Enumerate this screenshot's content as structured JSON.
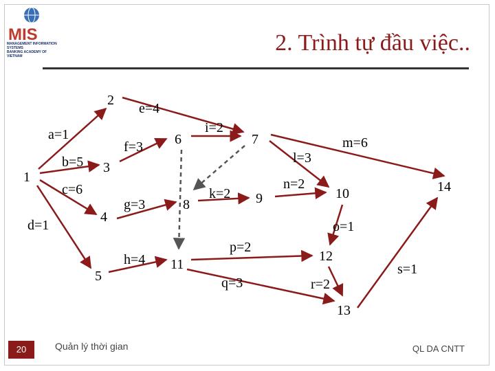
{
  "logo": {
    "mark": "MIS",
    "subtitle_line1": "MANAGEMENT INFORMATION SYSTEMS",
    "subtitle_line2": "BANKING ACADEMY OF VIETNAM"
  },
  "slide": {
    "title": "2. Trình tự đầu việc..",
    "page_number": "20",
    "footer_left": "Quản lý thời gian",
    "footer_right": "QL DA CNTT"
  },
  "colors": {
    "arrow": "#8b1a1a",
    "dummy_arrow": "#555555",
    "title": "#8b1a1a"
  },
  "network": {
    "nodes": [
      "1",
      "2",
      "3",
      "4",
      "5",
      "6",
      "7",
      "8",
      "9",
      "10",
      "11",
      "12",
      "13",
      "14"
    ],
    "activities": [
      {
        "label": "a=1",
        "from": "1",
        "to": "2"
      },
      {
        "label": "b=5",
        "from": "1",
        "to": "3"
      },
      {
        "label": "c=6",
        "from": "1",
        "to": "4"
      },
      {
        "label": "d=1",
        "from": "1",
        "to": "5"
      },
      {
        "label": "e=4",
        "from": "2",
        "to": "7"
      },
      {
        "label": "f=3",
        "from": "3",
        "to": "6"
      },
      {
        "label": "g=3",
        "from": "4",
        "to": "8"
      },
      {
        "label": "h=4",
        "from": "5",
        "to": "11"
      },
      {
        "label": "i=2",
        "from": "6",
        "to": "7"
      },
      {
        "label": "k=2",
        "from": "8",
        "to": "9"
      },
      {
        "label": "l=3",
        "from": "7",
        "to": "10"
      },
      {
        "label": "m=6",
        "from": "7",
        "to": "14"
      },
      {
        "label": "n=2",
        "from": "9",
        "to": "10"
      },
      {
        "label": "o=1",
        "from": "10",
        "to": "12"
      },
      {
        "label": "p=2",
        "from": "11",
        "to": "12"
      },
      {
        "label": "q=3",
        "from": "11",
        "to": "13"
      },
      {
        "label": "r=2",
        "from": "12",
        "to": "13"
      },
      {
        "label": "s=1",
        "from": "13",
        "to": "14"
      }
    ],
    "dummies": [
      {
        "from": "7",
        "to": "8"
      },
      {
        "from": "6",
        "to": "11"
      }
    ]
  }
}
